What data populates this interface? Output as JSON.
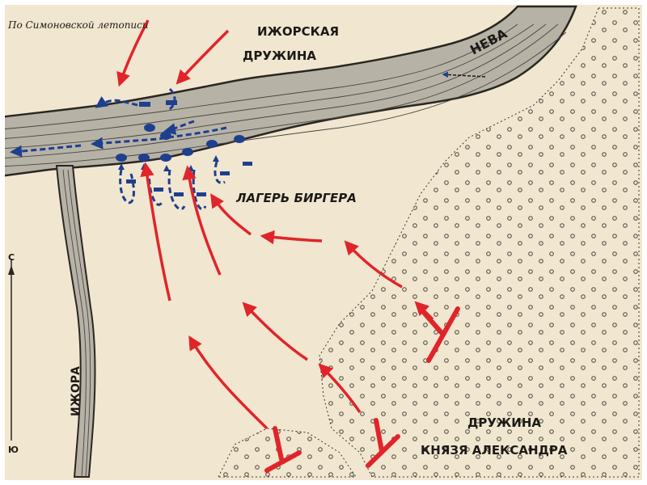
{
  "source_note": "По Симоновской летописи",
  "labels": {
    "izhora_squad_line1": "ИЖОРСКАЯ",
    "izhora_squad_line2": "ДРУЖИНА",
    "neva": "НЕВА",
    "birger_camp": "ЛАГЕРЬ БИРГЕРА",
    "izhora_river": "ИЖОРА",
    "alexander_line1": "ДРУЖИНА",
    "alexander_line2": "КНЯЗЯ АЛЕКСАНДРА"
  },
  "compass": {
    "north": "С",
    "south": "Ю"
  },
  "colors": {
    "paper": "#f1e6cf",
    "ink": "#2a2622",
    "river": "#b7b2a6",
    "russian": "#e0242a",
    "swedish": "#1d3f8f",
    "frame": "#ffffff"
  }
}
